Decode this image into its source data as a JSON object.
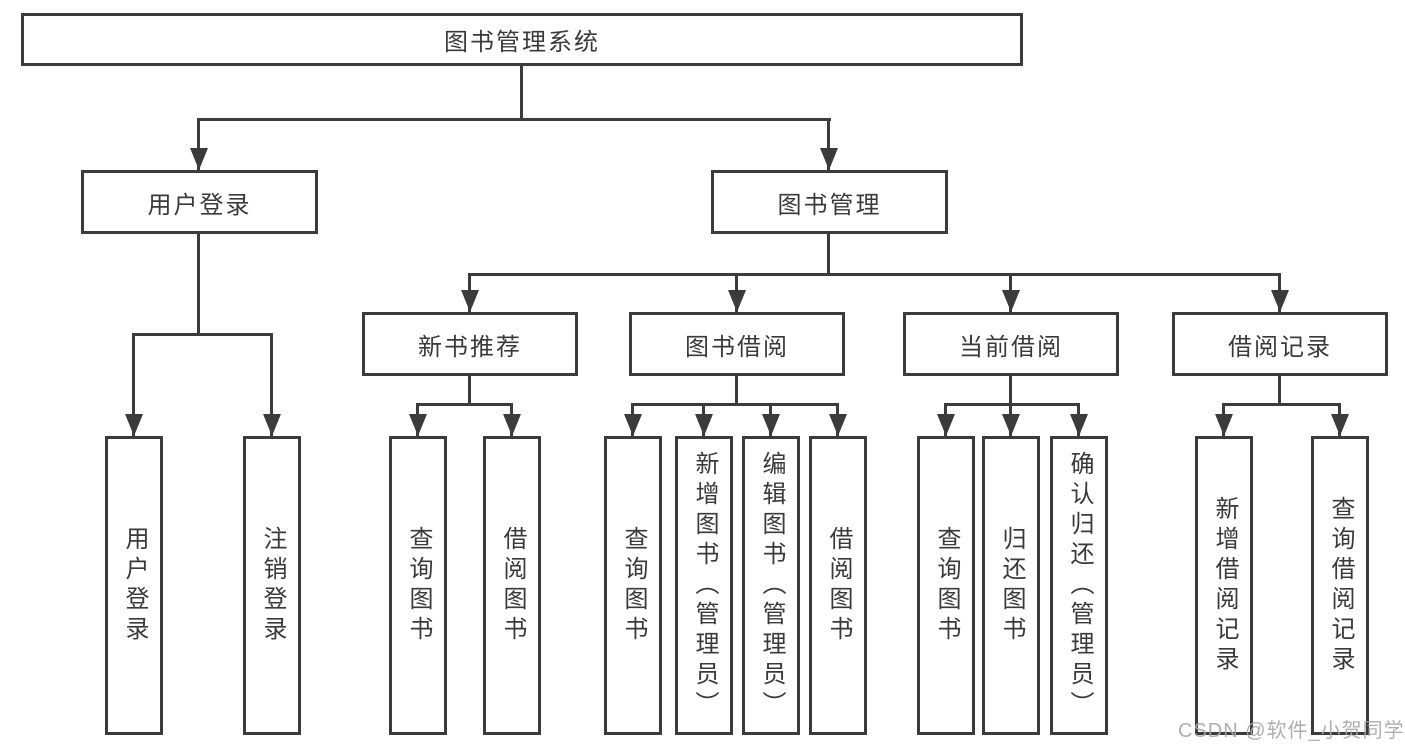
{
  "diagram": {
    "title": "图书管理系统",
    "level2": [
      "用户登录",
      "图书管理"
    ],
    "level3": [
      "新书推荐",
      "图书借阅",
      "当前借阅",
      "借阅记录"
    ],
    "leaves": {
      "user_login": [
        "用户登录",
        "注销登录"
      ],
      "new_books": [
        "查询图书",
        "借阅图书"
      ],
      "book_borrow": [
        "查询图书",
        "新增图书（管理员）",
        "编辑图书（管理员）",
        "借阅图书"
      ],
      "current_borrow": [
        "查询图书",
        "归还图书",
        "确认归还（管理员）"
      ],
      "borrow_records": [
        "新增借阅记录",
        "查询借阅记录"
      ]
    }
  },
  "watermark": "CSDN @软件_小贺同学",
  "colors": {
    "line": "#3b3b3b",
    "text": "#3a3a3a",
    "background": "#ffffff",
    "watermark": "#a6a6a6"
  }
}
